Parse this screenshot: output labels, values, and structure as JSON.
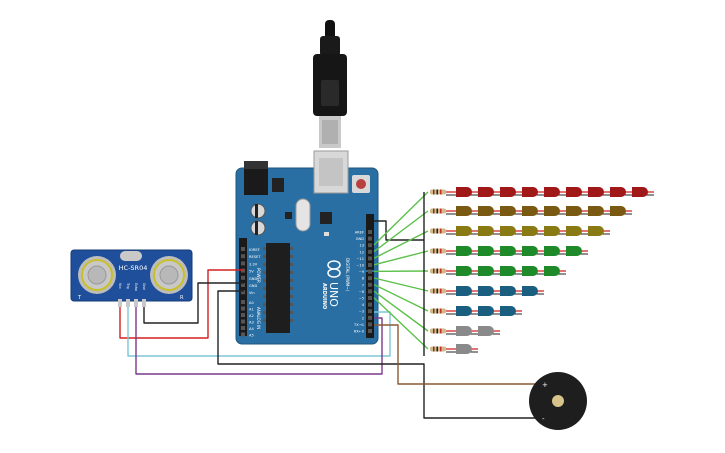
{
  "arduino": {
    "logo": "ARDUINO",
    "model": "UNO",
    "power_pins": [
      "IOREF",
      "RESET",
      "3.3V",
      "5V",
      "GND",
      "GND",
      "Vin"
    ],
    "power_label": "POWER",
    "analog_pins": [
      "A0",
      "A1",
      "A2",
      "A3",
      "A4",
      "A5"
    ],
    "analog_label": "ANALOG IN",
    "digital_pins": [
      "AREF",
      "GND",
      "13",
      "12",
      "~11",
      "~10",
      "~9",
      "8",
      "7",
      "~6",
      "~5",
      "4",
      "~3",
      "2",
      "TX→1",
      "RX←0"
    ],
    "digital_label": "DIGITAL (PWM~)"
  },
  "sensor": {
    "model": "HC-SR04",
    "pins": [
      "Vcc",
      "Trig",
      "Echo",
      "Gnd"
    ],
    "corner_left": "T",
    "corner_right": "R"
  },
  "buzzer": {
    "plus": "+",
    "minus": "-"
  },
  "led_rows": [
    {
      "color": "#a01818",
      "count": 9
    },
    {
      "color": "#7a5a12",
      "count": 8
    },
    {
      "color": "#8a7a14",
      "count": 7
    },
    {
      "color": "#1e8a2a",
      "count": 6
    },
    {
      "color": "#1e8a2a",
      "count": 5
    },
    {
      "color": "#1a5f80",
      "count": 4
    },
    {
      "color": "#1a5f80",
      "count": 3
    },
    {
      "color": "#8a8a8a",
      "count": 2
    },
    {
      "color": "#8a8a8a",
      "count": 1
    }
  ],
  "wire_colors": {
    "signal": "#5cc04a",
    "red": "#d42020",
    "black": "#222222",
    "cyan": "#7cc6d6",
    "purple": "#7a3a8a",
    "brown": "#8a5a34",
    "gray": "#9a9a9a"
  }
}
